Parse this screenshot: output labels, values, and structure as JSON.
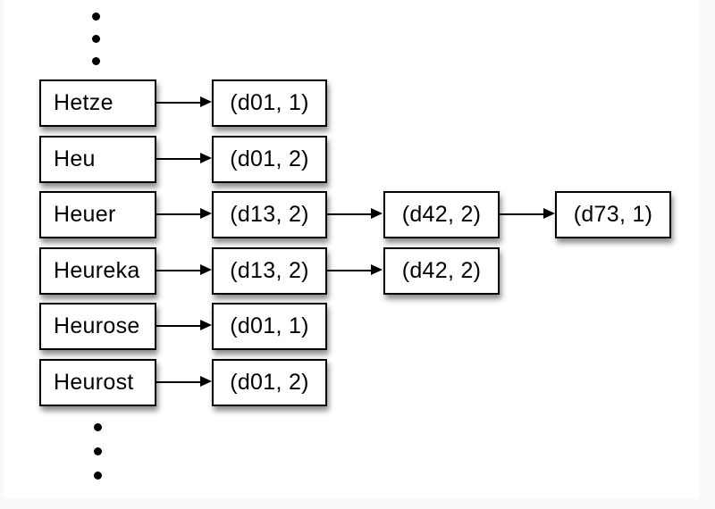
{
  "page": {
    "background_color": "#fafafa",
    "slide_color": "#ffffff"
  },
  "diagram": {
    "type": "inverted-index-postings-lists",
    "ellipsis_dot": "",
    "colors": {
      "box_fill": "#ffffff",
      "box_border": "#000000",
      "text": "#000000",
      "arrow": "#000000"
    },
    "rows": [
      {
        "term": "Hetze",
        "postings": [
          "(d01, 1)"
        ]
      },
      {
        "term": "Heu",
        "postings": [
          "(d01, 2)"
        ]
      },
      {
        "term": "Heuer",
        "postings": [
          "(d13, 2)",
          "(d42, 2)",
          "(d73, 1)"
        ]
      },
      {
        "term": "Heureka",
        "postings": [
          "(d13, 2)",
          "(d42, 2)"
        ]
      },
      {
        "term": "Heurose",
        "postings": [
          "(d01, 1)"
        ]
      },
      {
        "term": "Heurost",
        "postings": [
          "(d01, 2)"
        ]
      }
    ]
  }
}
